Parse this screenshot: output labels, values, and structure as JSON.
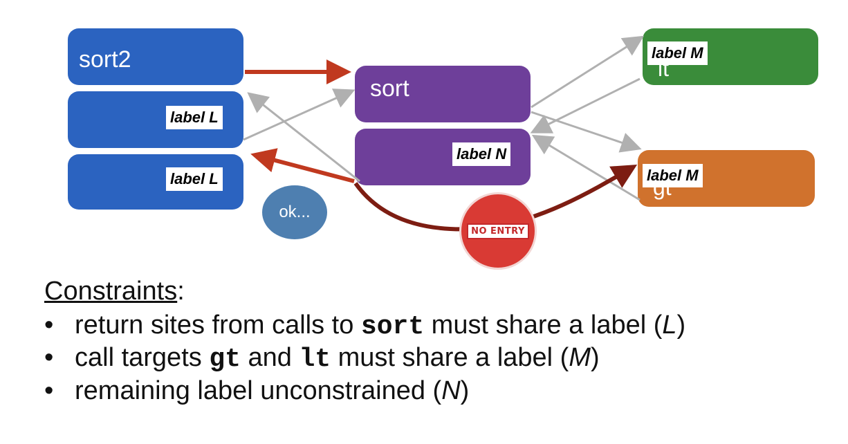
{
  "boxes": {
    "sort2": "sort2",
    "sort": "sort",
    "lt": "lt",
    "gt": "gt"
  },
  "labels": {
    "sort2_mid": "label L",
    "sort2_bottom": "label L",
    "sort_bottom": "label N",
    "lt": "label M",
    "gt": "label M"
  },
  "badges": {
    "ok": "ok...",
    "no_entry": "NO ENTRY"
  },
  "colors": {
    "blue": "#2b63c0",
    "purple": "#6e3f9a",
    "green": "#3a8c3a",
    "orange": "#d0722d",
    "red_arrow": "#c0391f",
    "dark_red_arrow": "#7d1d12",
    "gray_arrow": "#b0b0b0"
  },
  "constraints": {
    "heading": "Constraints",
    "heading_suffix": ":",
    "items": [
      {
        "pre": "return sites from calls to ",
        "code": "sort",
        "mid": " must share a label (",
        "var": "L",
        "post": ")"
      },
      {
        "pre": "call targets ",
        "code": "gt",
        "mid": " and ",
        "code2": "lt",
        "mid2": " must share a label (",
        "var": "M",
        "post": ")"
      },
      {
        "pre": "remaining label unconstrained (",
        "var": "N",
        "post": ")"
      }
    ]
  }
}
